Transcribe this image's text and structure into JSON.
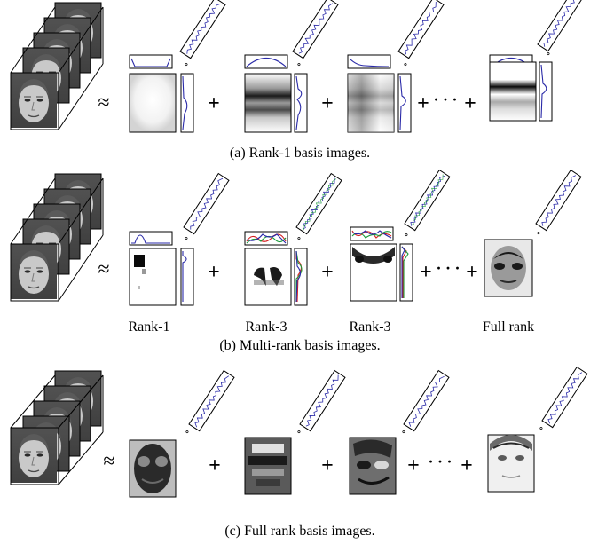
{
  "figure": {
    "panels": [
      {
        "caption": "(a)  Rank-1 basis images.",
        "operators": {
          "approx": "≈",
          "plus": "+",
          "dots": "· · ·"
        },
        "rank_labels": []
      },
      {
        "caption": "(b)  Multi-rank basis images.",
        "operators": {
          "approx": "≈",
          "plus": "+",
          "dots": "· · ·"
        },
        "rank_labels": [
          "Rank-1",
          "Rank-3",
          "Rank-3",
          "Full rank"
        ]
      },
      {
        "caption": "(c)  Full rank basis images.",
        "operators": {
          "approx": "≈",
          "plus": "+",
          "dots": "· · ·"
        },
        "rank_labels": []
      }
    ],
    "outer_product_symbol": "∘",
    "colors": {
      "curve_blue": "#2a2aa8",
      "curve_red": "#d42020",
      "curve_green": "#1a9a3a",
      "ink": "#000000"
    }
  }
}
